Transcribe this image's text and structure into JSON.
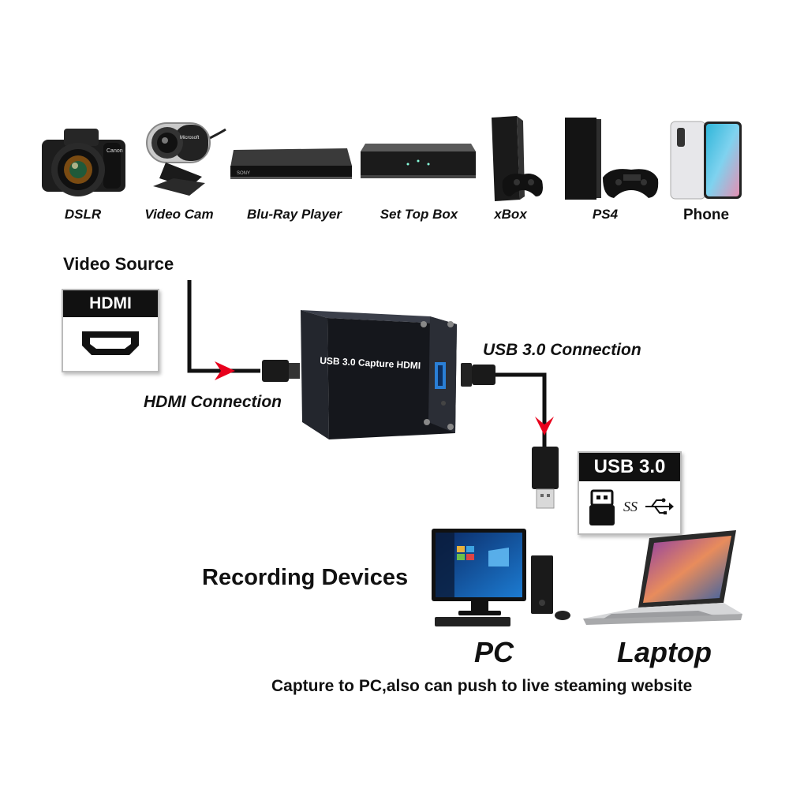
{
  "devices": [
    {
      "label": "DSLR"
    },
    {
      "label": "Video Cam"
    },
    {
      "label": "Blu-Ray Player"
    },
    {
      "label": "Set Top Box"
    },
    {
      "label": "xBox"
    },
    {
      "label": "PS4"
    },
    {
      "label": "Phone"
    }
  ],
  "video_source": {
    "title": "Video Source",
    "badge": "HDMI"
  },
  "hdmi_connection": "HDMI Connection",
  "capture_device": {
    "label": "USB 3.0 Capture HDMI"
  },
  "usb_connection": "USB 3.0 Connection",
  "usb_badge": {
    "title": "USB 3.0",
    "ss_text": "SS"
  },
  "recording": {
    "title": "Recording Devices",
    "pc": "PC",
    "laptop": "Laptop",
    "camera_brand": "Canon",
    "webcam_brand": "Microsoft",
    "player_brand": "SONY"
  },
  "footer": "Capture to PC,also can push to live steaming website",
  "colors": {
    "arrow_red": "#e8001c",
    "cable": "#111111",
    "usb_blue": "#2a7fd6"
  }
}
